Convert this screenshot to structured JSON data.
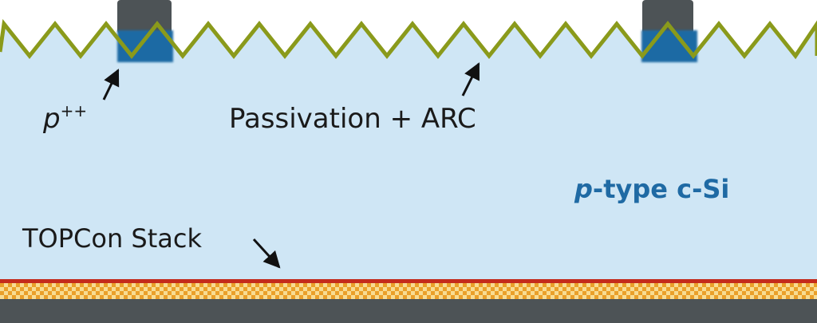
{
  "labels": {
    "p_plus_base": "p",
    "p_plus_sup": "++",
    "passivation": "Passivation + ARC",
    "ptype_italic": "p",
    "ptype_rest": "-type c-Si",
    "topcon": "TOPCon Stack"
  },
  "colors": {
    "silicon": "#cfe6f5",
    "passivation_line": "#8a9a1b",
    "contact_metal": "#4d5356",
    "p_plus_plus": "#1f6aa4",
    "ptype_text": "#1f6aa4",
    "topcon_red": "#c42a1c",
    "topcon_orange": "#eaa02a",
    "topcon_light": "#f8dc92",
    "rear_metal": "#4d5356",
    "arrow": "#111111"
  }
}
